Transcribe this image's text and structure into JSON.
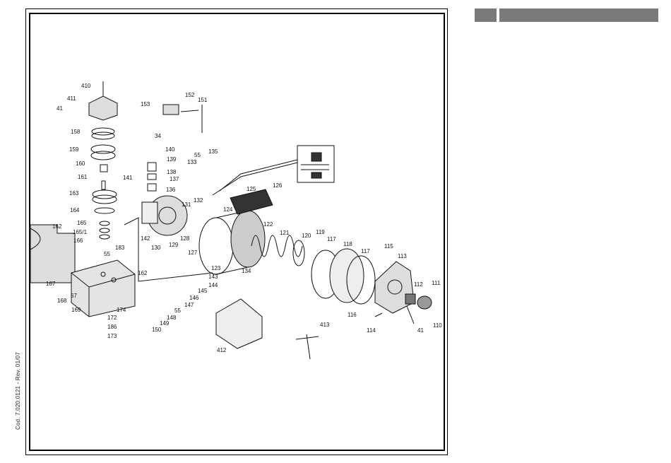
{
  "side_code": "Cod. 7.020.0121 - Rev. 01/07",
  "callouts": [
    "410",
    "411",
    "41",
    "158",
    "159",
    "160",
    "161",
    "163",
    "164",
    "165",
    "165/1",
    "166",
    "162",
    "167",
    "168",
    "67",
    "169",
    "172",
    "186",
    "173",
    "55",
    "183",
    "162",
    "174",
    "153",
    "152",
    "151",
    "34",
    "140",
    "139",
    "138",
    "137",
    "136",
    "141",
    "142",
    "130",
    "129",
    "128",
    "127",
    "131",
    "133",
    "55",
    "135",
    "132",
    "125",
    "126",
    "124",
    "122",
    "123",
    "134",
    "121",
    "120",
    "119",
    "117",
    "118",
    "117",
    "115",
    "113",
    "112",
    "111",
    "110",
    "41",
    "114",
    "116",
    "143",
    "144",
    "145",
    "146",
    "147",
    "55",
    "148",
    "149",
    "150",
    "412",
    "413"
  ]
}
